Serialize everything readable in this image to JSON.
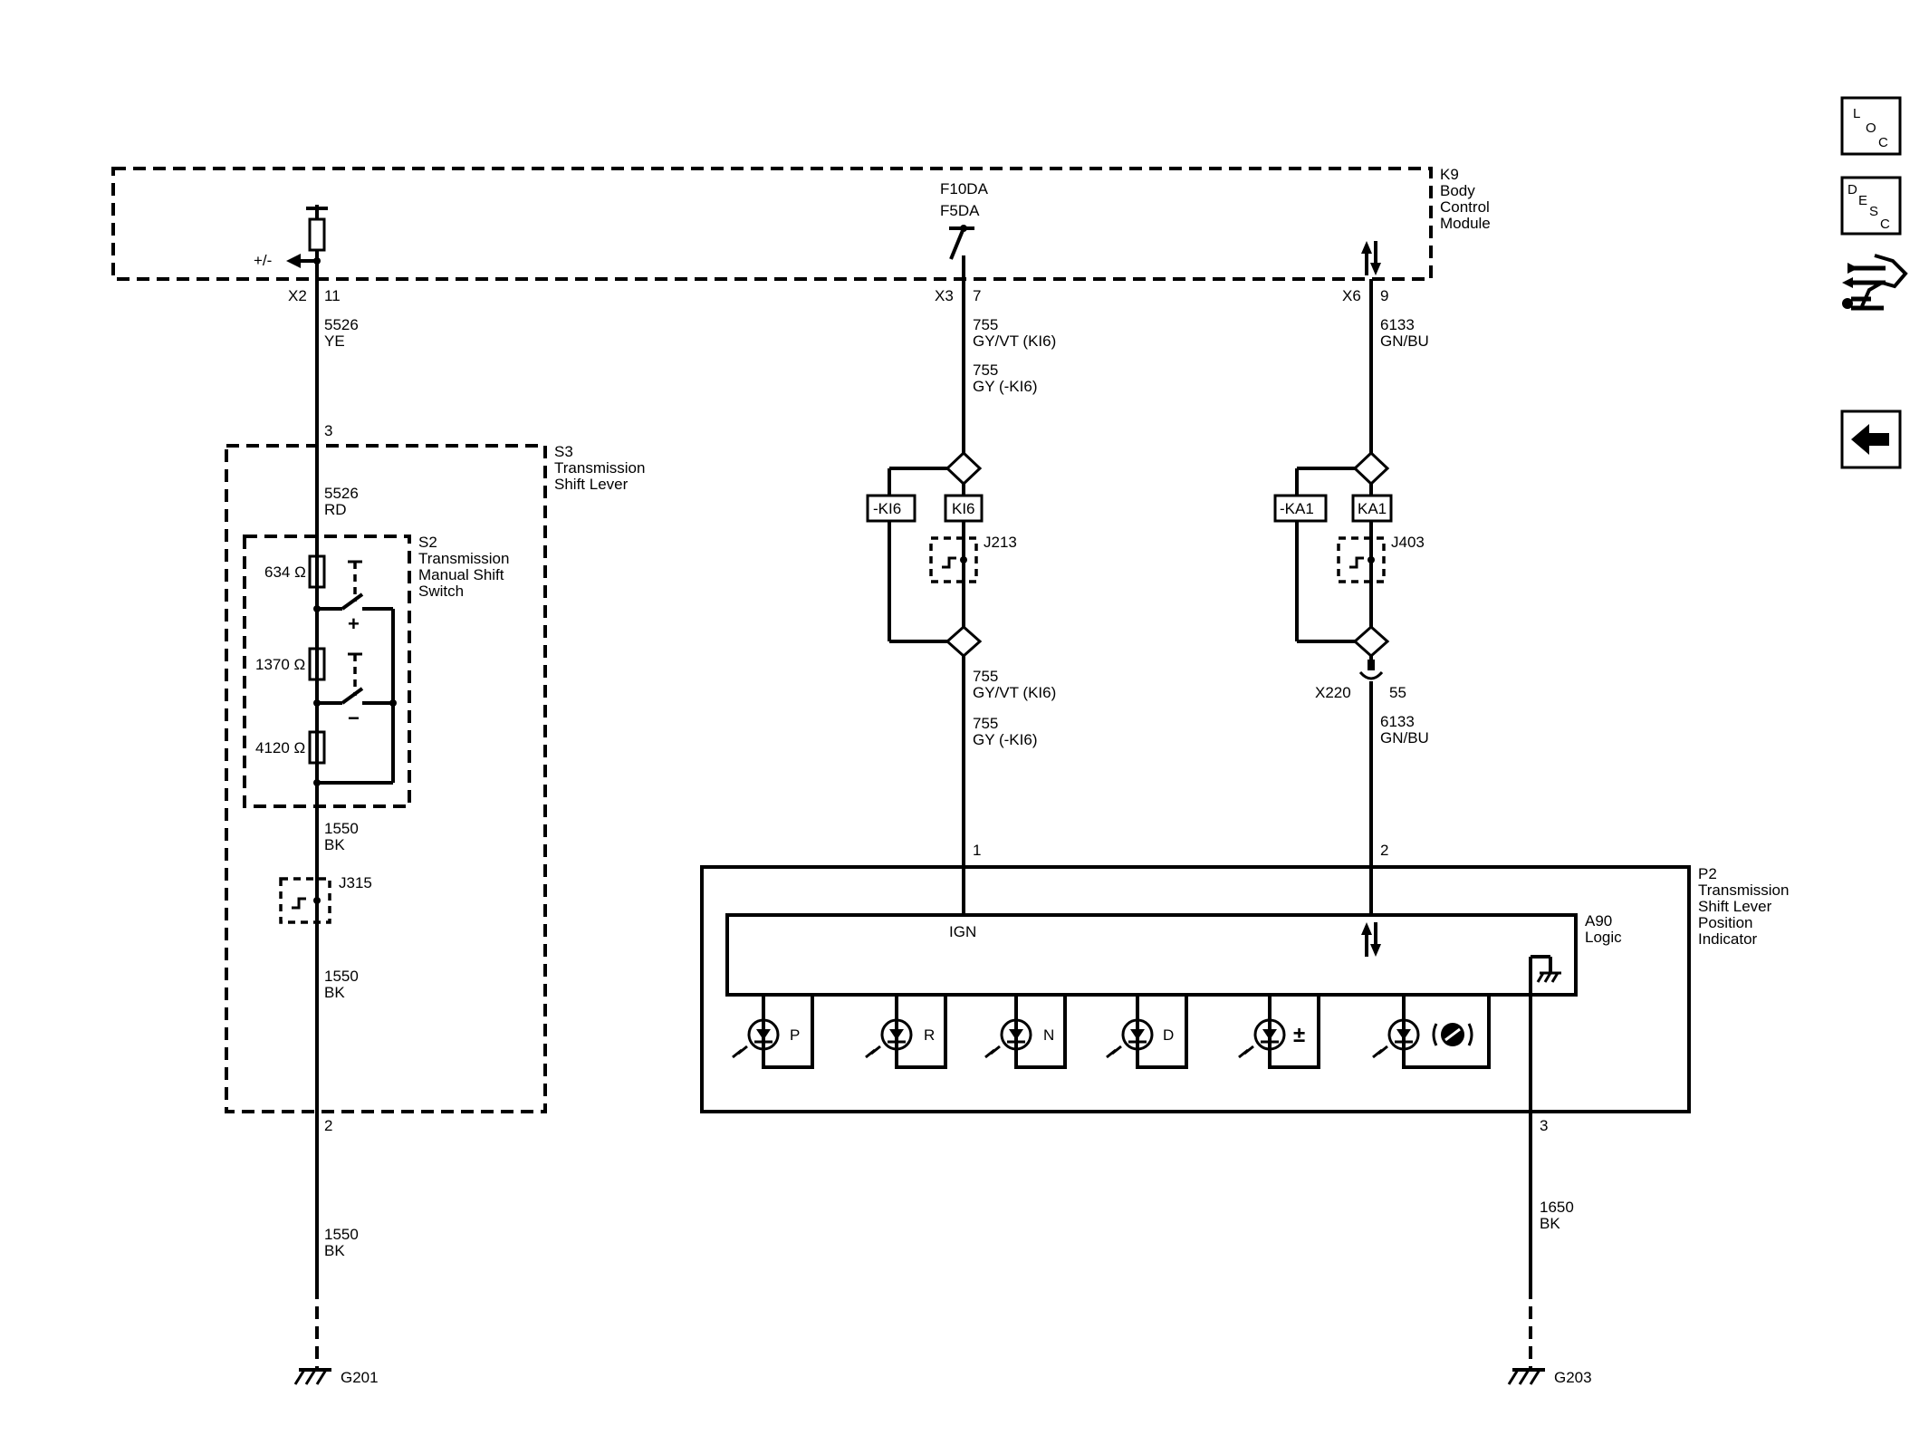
{
  "modules": {
    "k9": {
      "ref": "K9",
      "name_lines": [
        "Body",
        "Control",
        "Module"
      ]
    },
    "s3": {
      "ref": "S3",
      "name_lines": [
        "Transmission",
        "Shift Lever"
      ]
    },
    "s2": {
      "ref": "S2",
      "name_lines": [
        "Transmission",
        "Manual Shift",
        "Switch"
      ]
    },
    "p2": {
      "ref": "P2",
      "name_lines": [
        "Transmission",
        "Shift Lever",
        "Position",
        "Indicator"
      ]
    },
    "a90": {
      "ref": "A90",
      "name": "Logic",
      "ign_label": "IGN"
    }
  },
  "k9_symbols": {
    "plus_minus": "+/-",
    "fuse_lines": [
      "F10DA",
      "F5DA"
    ]
  },
  "connectors": {
    "left": {
      "conn": "X2",
      "pin": "11"
    },
    "mid": {
      "conn": "X3",
      "pin": "7"
    },
    "right": {
      "conn": "X6",
      "pin": "9"
    },
    "inline": {
      "conn": "X220",
      "pin": "55"
    }
  },
  "pins": {
    "s3_top": "3",
    "s3_bottom": "2",
    "p2_1": "1",
    "p2_2": "2",
    "p2_3": "3"
  },
  "wires": {
    "left_top": [
      "5526",
      "YE"
    ],
    "left_s3": [
      "5526",
      "RD"
    ],
    "left_mid": [
      "1550",
      "BK"
    ],
    "left_mid2": [
      "1550",
      "BK"
    ],
    "left_bottom": [
      "1550",
      "BK"
    ],
    "mid_top_a": [
      "755",
      "GY/VT  (KI6)"
    ],
    "mid_top_b": [
      "755",
      "GY  (-KI6)"
    ],
    "mid_bot_a": [
      "755",
      "GY/VT  (KI6)"
    ],
    "mid_bot_b": [
      "755",
      "GY  (-KI6)"
    ],
    "right_top": [
      "6133",
      "GN/BU"
    ],
    "right_bot": [
      "6133",
      "GN/BU"
    ],
    "p2_ground": [
      "1650",
      "BK"
    ]
  },
  "options": {
    "ki6_neg": "-KI6",
    "ki6": "KI6",
    "ka1_neg": "-KA1",
    "ka1": "KA1"
  },
  "splices": {
    "j213": "J213",
    "j403": "J403",
    "j315": "J315"
  },
  "resistors": {
    "r1": "634 Ω",
    "r2": "1370 Ω",
    "r3": "4120 Ω"
  },
  "switch_signs": {
    "plus": "+",
    "minus": "−"
  },
  "leds": [
    "P",
    "R",
    "N",
    "D",
    "±"
  ],
  "grounds": {
    "g201": "G201",
    "g203": "G203"
  },
  "nav": {
    "loc": [
      "L",
      "O",
      "C"
    ],
    "desc": [
      "D",
      "E",
      "S",
      "C"
    ],
    "connector_icon": "connector-tool-icon",
    "back_icon": "back-arrow-icon"
  }
}
